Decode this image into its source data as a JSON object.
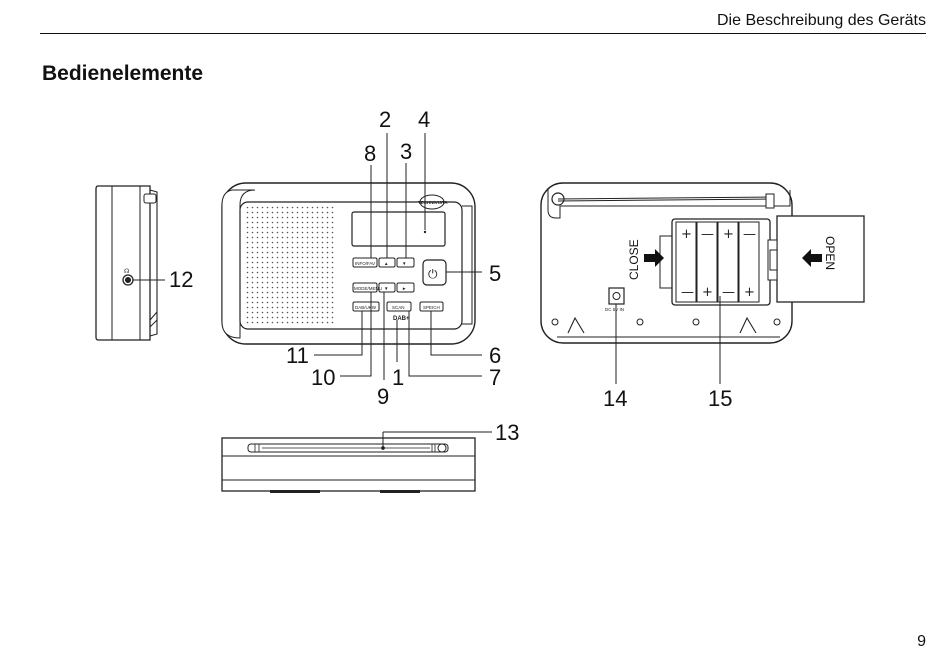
{
  "header": {
    "title": "Die Beschreibung des Geräts"
  },
  "section": {
    "title": "Bedienelemente"
  },
  "page": {
    "number": "9"
  },
  "front_panel": {
    "brand": "TECHNIVISTA",
    "buttons": {
      "info_fav": "INFO/FAV",
      "up": "▲",
      "down_top": "▼",
      "power": "⏻",
      "mode_menu": "MODE/MENU",
      "down_mid": "▼",
      "right_mid": "►",
      "band": "DAB/UKW",
      "scan": "SCAN",
      "preset": "SPEICH",
      "dab_logo": "DAB+"
    }
  },
  "side_view": {
    "headphone_symbol": "☊"
  },
  "back_view": {
    "close_label": "CLOSE",
    "open_label": "OPEN",
    "dc_in_label": "DC 5V IN",
    "battery_plus": "+",
    "battery_minus": "—"
  },
  "callouts": {
    "c1": "1",
    "c2": "2",
    "c3": "3",
    "c4": "4",
    "c5": "5",
    "c6": "6",
    "c7": "7",
    "c8": "8",
    "c9": "9",
    "c10": "10",
    "c11": "11",
    "c12": "12",
    "c13": "13",
    "c14": "14",
    "c15": "15"
  }
}
